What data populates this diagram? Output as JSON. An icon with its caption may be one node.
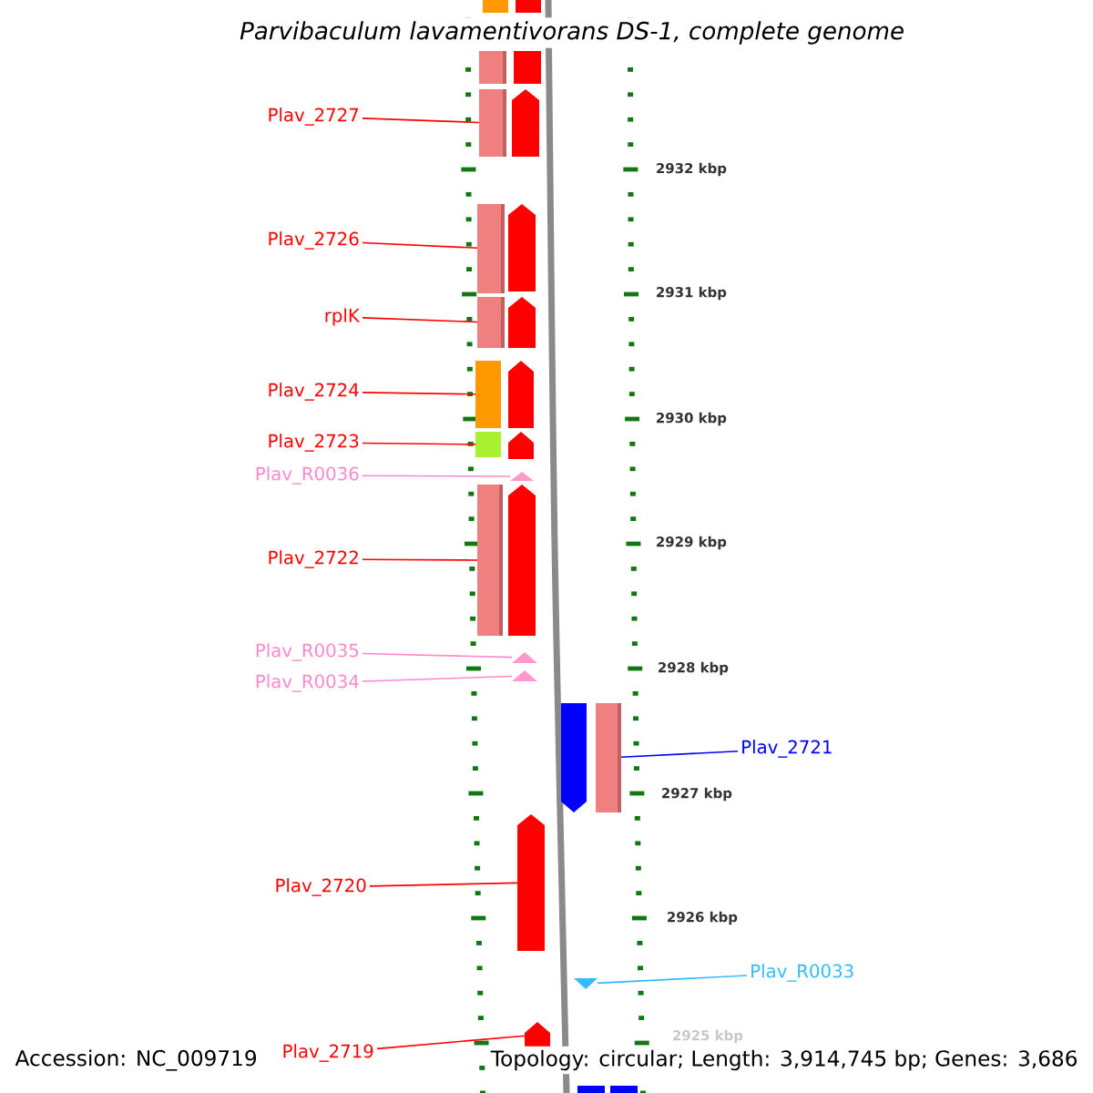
{
  "diagram": {
    "title": "Parvibaculum lavamentivorans DS-1, complete genome",
    "nodes": [
      {
        "text": [
          "Plav_2727"
        ]
      },
      {
        "text": [
          "Plav_2726"
        ]
      },
      {
        "text": [
          "rplK"
        ]
      },
      {
        "text": [
          "Plav_2724"
        ]
      },
      {
        "text": [
          "Plav_2723"
        ]
      },
      {
        "text": [
          "Plav_R0036"
        ]
      },
      {
        "text": [
          "Plav_2722"
        ]
      },
      {
        "text": [
          "Plav_R0035"
        ]
      },
      {
        "text": [
          "Plav_R0034"
        ]
      },
      {
        "text": [
          "Plav_2721"
        ]
      },
      {
        "text": [
          "Plav_2720"
        ]
      },
      {
        "text": [
          "Plav_R0033"
        ]
      },
      {
        "text": [
          "Plav_2719"
        ]
      },
      {
        "text": [],
        "shape": "bar"
      },
      {
        "text": [],
        "shape": "bar"
      },
      {
        "text": [],
        "shape": "bar"
      },
      {
        "text": [],
        "shape": "bar"
      },
      {
        "text": [],
        "shape": "bar"
      },
      {
        "text": [],
        "shape": "triangle"
      },
      {
        "text": [],
        "shape": "bar"
      },
      {
        "text": [],
        "shape": "triangle"
      },
      {
        "text": [],
        "shape": "triangle"
      },
      {
        "text": [],
        "shape": "bar"
      },
      {
        "text": [],
        "shape": "arrow"
      },
      {
        "text": [],
        "shape": "triangle"
      },
      {
        "text": [],
        "shape": "arrow"
      },
      {
        "text": [],
        "shape": "bar"
      },
      {
        "text": [],
        "shape": "bar"
      },
      {
        "text": [],
        "shape": "bar"
      },
      {
        "text": [],
        "shape": "bar"
      },
      {
        "text": [],
        "shape": "arrow"
      },
      {
        "text": [],
        "shape": "arrow"
      },
      {
        "text": [],
        "shape": "arrow"
      },
      {
        "text": [],
        "shape": "arrow"
      },
      {
        "text": [],
        "shape": "arrow"
      },
      {
        "text": [],
        "shape": "arrow"
      },
      {
        "text": [],
        "shape": "arrow"
      },
      {
        "text": [],
        "shape": "bar"
      },
      {
        "text": [],
        "shape": "bar"
      }
    ],
    "edges": [
      {
        "from": 0,
        "to": 13,
        "arrow": "none"
      },
      {
        "from": 1,
        "to": 14,
        "arrow": "none"
      },
      {
        "from": 2,
        "to": 15,
        "arrow": "none"
      },
      {
        "from": 3,
        "to": 16,
        "arrow": "none"
      },
      {
        "from": 4,
        "to": 17,
        "arrow": "none"
      },
      {
        "from": 5,
        "to": 18,
        "arrow": "none",
        "color": "#ff88cc"
      },
      {
        "from": 6,
        "to": 19,
        "arrow": "none"
      },
      {
        "from": 7,
        "to": 20,
        "arrow": "none",
        "color": "#ff88cc"
      },
      {
        "from": 8,
        "to": 21,
        "arrow": "none",
        "color": "#ff88cc"
      },
      {
        "from": 9,
        "to": 22,
        "arrow": "none",
        "color": "#0000ff"
      },
      {
        "from": 10,
        "to": 23,
        "arrow": "none"
      },
      {
        "from": 11,
        "to": 24,
        "arrow": "none",
        "color": "#33bbff"
      },
      {
        "from": 12,
        "to": 25,
        "arrow": "none"
      }
    ],
    "labels": [
      "2932 kbp",
      "2931 kbp",
      "2930 kbp",
      "2929 kbp",
      "2928 kbp",
      "2927 kbp",
      "2926 kbp",
      "2925 kbp",
      "Accession: NC_009719",
      "Topology: circular; Length: 3,914,745 bp; Genes: 3,686"
    ]
  }
}
